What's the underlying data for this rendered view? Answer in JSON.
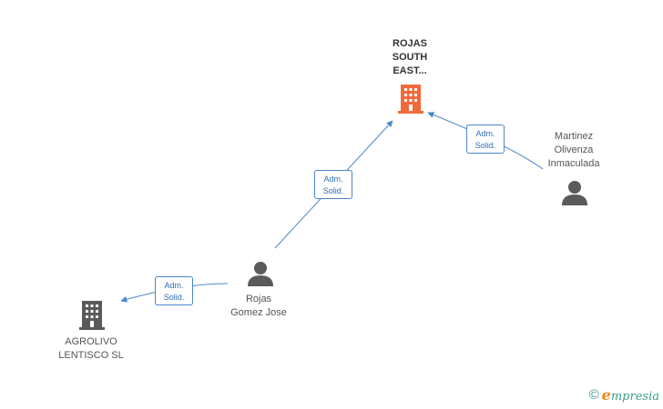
{
  "nodes": {
    "rojas_south_east": {
      "label": "ROJAS\nSOUTH\nEAST...",
      "type": "company",
      "color": "#f26a3a"
    },
    "martinez": {
      "label": "Martinez\nOlivenza\nInmaculada",
      "type": "person",
      "color": "#5a5a5a"
    },
    "rojas_gomez": {
      "label": "Rojas\nGomez Jose",
      "type": "person",
      "color": "#5a5a5a"
    },
    "agrolivo": {
      "label": "AGROLIVO\nLENTISCO SL",
      "type": "company",
      "color": "#5a5a5a"
    }
  },
  "edges": {
    "e1": {
      "line1": "Adm.",
      "line2": "Solid.",
      "from": "martinez",
      "to": "rojas_south_east"
    },
    "e2": {
      "line1": "Adm.",
      "line2": "Solid.",
      "from": "rojas_gomez",
      "to": "rojas_south_east"
    },
    "e3": {
      "line1": "Adm.",
      "line2": "Solid.",
      "from": "rojas_gomez",
      "to": "agrolivo"
    }
  },
  "footer": {
    "copyright": "©",
    "brand_initial": "e",
    "brand_rest": "mpresia"
  },
  "colors": {
    "edge": "#4a86c8",
    "accent": "#f26a3a",
    "icon": "#5a5a5a",
    "brand": "#3a9b8c"
  }
}
